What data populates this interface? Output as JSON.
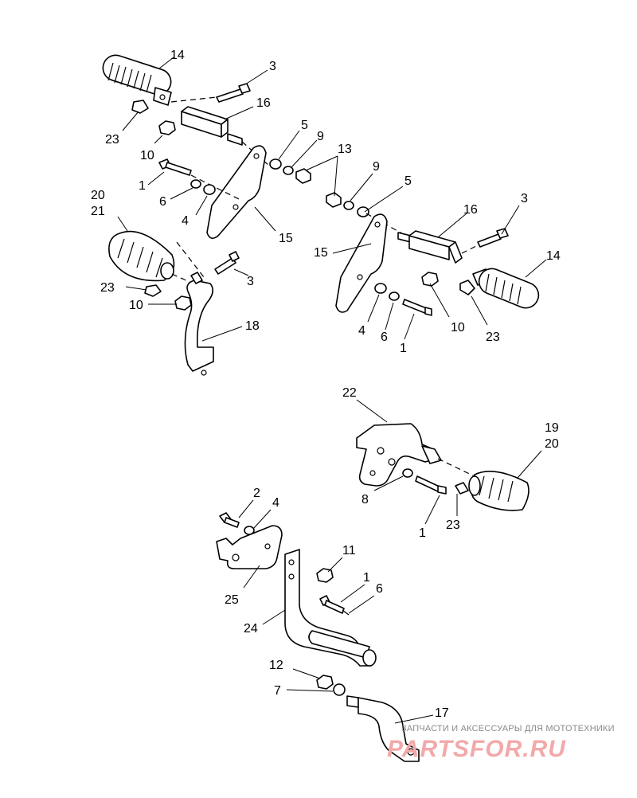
{
  "callouts": {
    "c14a": "14",
    "c3a": "3",
    "c16a": "16",
    "c23a": "23",
    "c10a": "10",
    "c5a": "5",
    "c9a": "9",
    "c13": "13",
    "c1a": "1",
    "c6a": "6",
    "c4a": "4",
    "c15a": "15",
    "c20a": "20",
    "c21": "21",
    "c9b": "9",
    "c5b": "5",
    "c3b": "3",
    "c16b": "16",
    "c15b": "15",
    "c14b": "14",
    "c23b": "23",
    "c3c": "3",
    "c10b": "10",
    "c18": "18",
    "c10c": "10",
    "c4b": "4",
    "c6b": "6",
    "c1b": "1",
    "c23c": "23",
    "c22": "22",
    "c19": "19",
    "c20b": "20",
    "c8": "8",
    "c1c": "1",
    "c23d": "23",
    "c2": "2",
    "c4c": "4",
    "c11": "11",
    "c25": "25",
    "c1d": "1",
    "c6c": "6",
    "c24": "24",
    "c12": "12",
    "c7": "7",
    "c17": "17"
  },
  "watermark": {
    "tagline": "ЗАПЧАСТИ И АКСЕССУАРЫ ДЛЯ МОТОТЕХНИКИ",
    "logo": "PARTSFOR.RU"
  },
  "colors": {
    "line": "#000000",
    "watermark_text": "#8a8a8a",
    "watermark_logo": "#f3a9a9"
  }
}
